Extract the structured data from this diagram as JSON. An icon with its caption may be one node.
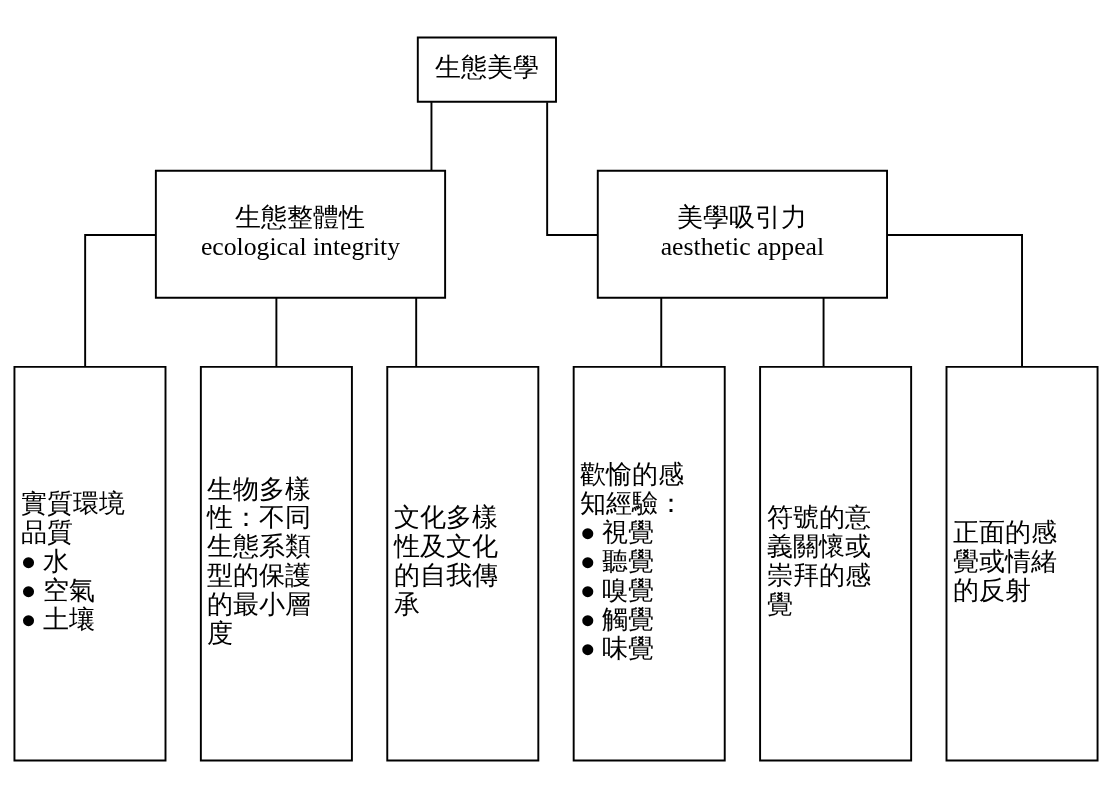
{
  "diagram": {
    "nodes": [
      {
        "text": [
          "生態美學"
        ]
      },
      {
        "text": [
          "生態整體性",
          "ecological integrity"
        ]
      },
      {
        "text": [
          "美學吸引力",
          "aesthetic appeal"
        ]
      },
      {
        "text": [
          "實質環境品質",
          "● 水",
          "● 空氣",
          "● 土壤"
        ]
      },
      {
        "text": [
          "生物多樣性：不同生態系類型的保護的最小層度"
        ]
      },
      {
        "text": [
          "文化多樣性及文化的自我傳承"
        ]
      },
      {
        "text": [
          "歡愉的感知經驗：",
          "● 視覺",
          "● 聽覺",
          "● 嗅覺",
          "● 觸覺",
          "● 味覺"
        ]
      },
      {
        "text": [
          "符號的意義關懷或崇拜的感覺"
        ]
      },
      {
        "text": [
          "正面的感覺或情緒的反射"
        ]
      }
    ],
    "edges": [
      {
        "from": 0,
        "to": 1,
        "arrow": "none"
      },
      {
        "from": 0,
        "to": 2,
        "arrow": "none"
      },
      {
        "from": 1,
        "to": 3,
        "arrow": "none"
      },
      {
        "from": 1,
        "to": 4,
        "arrow": "none"
      },
      {
        "from": 1,
        "to": 5,
        "arrow": "none"
      },
      {
        "from": 2,
        "to": 6,
        "arrow": "none"
      },
      {
        "from": 2,
        "to": 7,
        "arrow": "none"
      },
      {
        "from": 2,
        "to": 8,
        "arrow": "none"
      }
    ]
  }
}
